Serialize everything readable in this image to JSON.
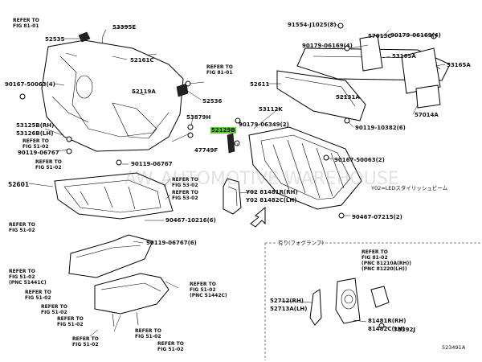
{
  "watermark": "AUTOMOTIVE WAREHOUSE",
  "watermark_logo": "AW",
  "diagram_code": "523491A",
  "variant_note": "Y02=LEDスタイリッシュビーム",
  "fog_lamp_note": "有り(フォグランプ)",
  "parts": {
    "p53395E": "53395E",
    "p52535": "52535",
    "p52161C": "52161C",
    "p90167_50063_4": "90167-50063(4)",
    "p52119A": "52119A",
    "p52536": "52536",
    "p53125B": "53125B(RH)",
    "p53126B": "53126B(LH)",
    "p90119_06767_top": "90119-06767",
    "p53879H": "53879H",
    "p47749F": "47749F",
    "p52129B": "52129B",
    "p90119_06767_mid": "90119-06767",
    "p52601": "52601",
    "p90467_10216": "90467-10216(6)",
    "p90119_06767_6": "90119-06767(6)",
    "p91554": "91554-J1025(8)",
    "p57013C": "57013C",
    "p90179_06169_4": "90179-06169(4)",
    "p90179_06169_4b": "90179-06169(4)",
    "p53165A_a": "53165A",
    "p53165A_b": "53165A",
    "p52611": "52611",
    "p52131A": "52131A",
    "p57014A": "57014A",
    "p90119_10382": "90119-10382(6)",
    "p53112K": "53112K",
    "p90179_06349": "90179-06349(2)",
    "p90167_50063_2": "90167-50063(2)",
    "pY02_81481R": "Y02 81481R(RH)",
    "pY02_81482C": "Y02 81482C(LH)",
    "p90467_07215": "90467-07215(2)",
    "p52712": "52712(RH)",
    "p52713A": "52713A(LH)",
    "p81481R": "81481R(RH)",
    "p81482C": "81482C(LH)",
    "p75392J": "75392J"
  },
  "refs": {
    "r_top_left": "REFER TO\nFIG 81-01",
    "r_81_01_mid": "REFER TO\nFIG 81-01",
    "r_51_02_a": "REFER TO\nFIG 51-02",
    "r_51_02_b": "REFER TO\nFIG 51-02",
    "r_53_02_a": "REFER TO\nFIG 53-02",
    "r_53_02_b": "REFER TO\nFIG 53-02",
    "r_51_02_c": "REFER TO\nFIG 51-02",
    "r_51_02_pnc": "REFER TO\nFIG 51-02\n(PNC 51441C)",
    "r_51_02_d": "REFER TO\nFIG 51-02",
    "r_51_02_e": "REFER TO\nFIG 51-02",
    "r_51_02_f": "REFER TO\nFIG 51-02",
    "r_51_02_g": "REFER TO\nFIG 51-02",
    "r_51_02_pnc2": "REFER TO\nFIG 51-02\n(PNC 51442C)",
    "r_51_02_h": "REFER TO\nFIG 51-02",
    "r_51_02_i": "REFER TO\nFIG 51-02",
    "r_81_02_fog": "REFER TO\nFIG 81-02\n(PNC 81210A(RH))\n(PNC 81220(LH))"
  }
}
